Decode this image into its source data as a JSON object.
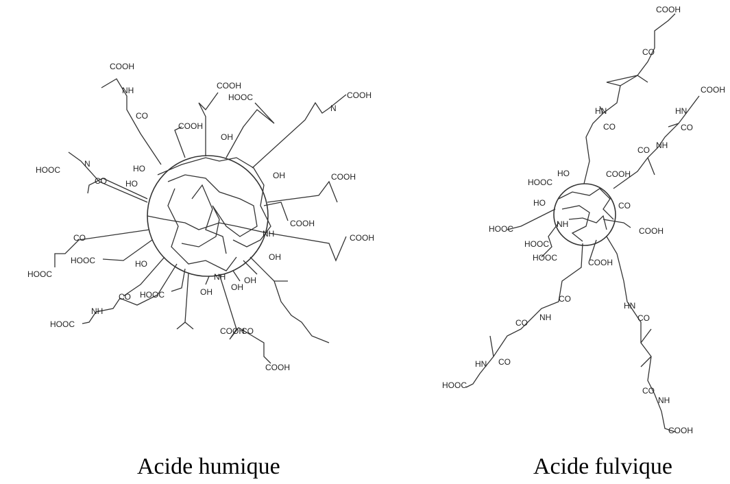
{
  "captions": {
    "humic": "Acide humique",
    "fulvic": "Acide fulvique"
  },
  "humic": {
    "groups": [
      "COOH",
      "NH",
      "CO",
      "COOH",
      "HOOC",
      "N",
      "COOH",
      "COOH",
      "OH",
      "HOOC",
      "N",
      "CO",
      "HO",
      "HO",
      "OH",
      "COOH",
      "COOH",
      "CO",
      "COOH",
      "HOOC",
      "NH",
      "HOOC",
      "HO",
      "OH",
      "OH",
      "NH",
      "HOOC",
      "CO",
      "OH",
      "OH",
      "HOOC",
      "NH",
      "CO",
      "COOH",
      "COOH"
    ]
  },
  "fulvic": {
    "groups": [
      "COOH",
      "CO",
      "HN",
      "CO",
      "COOH",
      "HN",
      "CO",
      "CO",
      "NH",
      "HO",
      "HOOC",
      "COOH",
      "HO",
      "CO",
      "HOOC",
      "NH",
      "COOH",
      "HOOC",
      "HOOC",
      "COOH",
      "CO",
      "NH",
      "CO",
      "HN",
      "CO",
      "HN",
      "CO",
      "HOOC",
      "CO",
      "NH",
      "COOH"
    ]
  }
}
